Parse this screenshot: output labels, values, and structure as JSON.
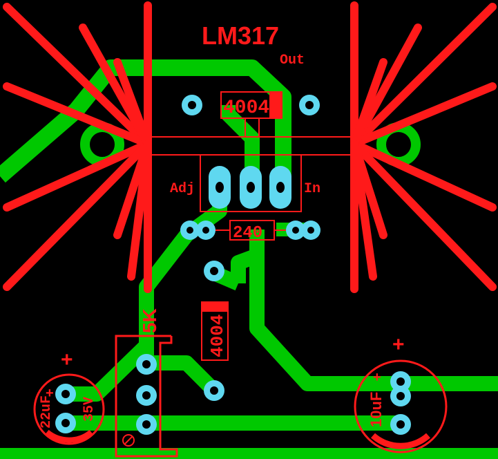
{
  "colors": {
    "background": "#000000",
    "trace": "#00c800",
    "silkscreen": "#ff1a1a",
    "pad": "#5fd8f0",
    "hole": "#000000"
  },
  "labels": {
    "regulator": "LM317",
    "out_pin": "Out",
    "adj_pin": "Adj",
    "in_pin": "In",
    "diode_top": "4004",
    "diode_mid": "4004",
    "resistor": "240",
    "pot": "5K",
    "cap_left_value": "22uF",
    "cap_left_voltage": "35V",
    "cap_left_plus": "+",
    "cap_right_value": "10uF",
    "cap_right_plus": "+",
    "cap_right_plus2": "+",
    "pot_plus": "+"
  }
}
